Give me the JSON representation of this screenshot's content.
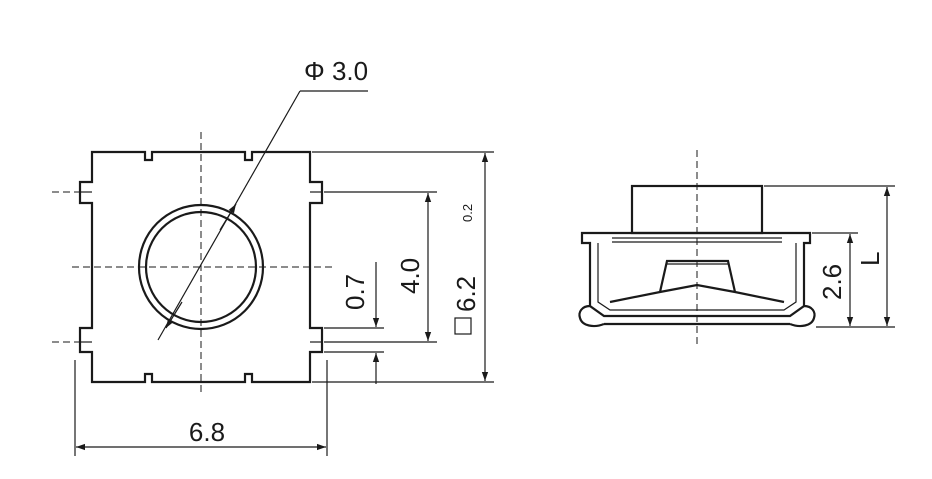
{
  "front_view": {
    "diameter_label": "Φ 3.0",
    "width_label": "6.8",
    "body_label": "6.2",
    "body_tolerance": "0.2",
    "pitch_label": "4.0",
    "terminal_label": "0.7"
  },
  "side_view": {
    "height_label": "2.6",
    "total_label": "L"
  }
}
